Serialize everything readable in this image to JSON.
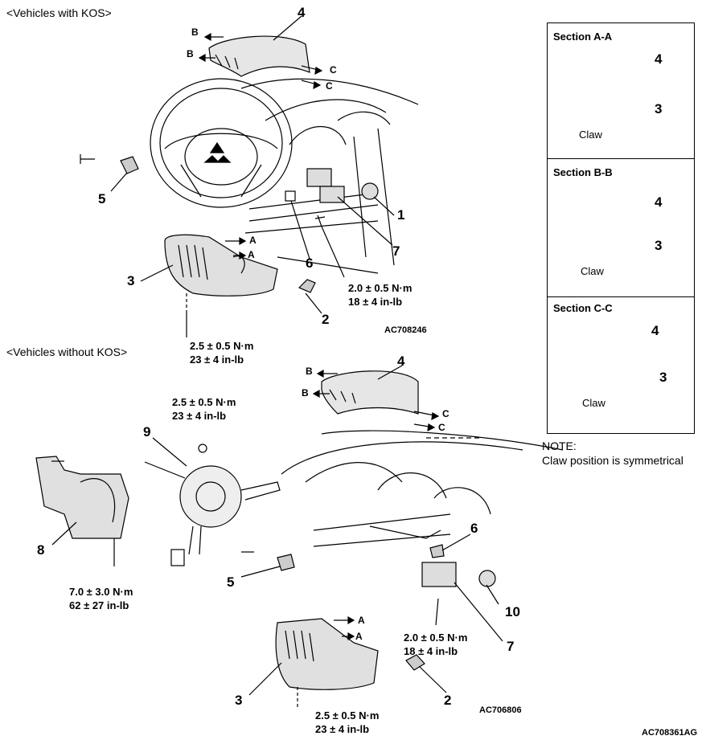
{
  "headers": {
    "with_kos": "<Vehicles with KOS>",
    "without_kos": "<Vehicles without KOS>"
  },
  "top": {
    "callouts": {
      "c4": "4",
      "c5": "5",
      "c1": "1",
      "c7": "7",
      "c6": "6",
      "c3": "3",
      "c2": "2"
    },
    "torque_a": {
      "line1": "2.0 ± 0.5 N·m",
      "line2": "18 ± 4 in-lb"
    },
    "torque_b": {
      "line1": "2.5 ± 0.5 N·m",
      "line2": "23 ± 4 in-lb"
    },
    "figure_code": "AC708246"
  },
  "bottom": {
    "callouts": {
      "c4": "4",
      "c9": "9",
      "c8": "8",
      "c5": "5",
      "c6": "6",
      "c10": "10",
      "c7": "7",
      "c3": "3",
      "c2": "2"
    },
    "torque_top": {
      "line1": "2.5 ± 0.5 N·m",
      "line2": "23 ± 4 in-lb"
    },
    "torque_left": {
      "line1": "7.0 ± 3.0 N·m",
      "line2": "62 ± 27 in-lb"
    },
    "torque_right": {
      "line1": "2.0 ± 0.5 N·m",
      "line2": "18 ± 4 in-lb"
    },
    "torque_bottom": {
      "line1": "2.5 ± 0.5 N·m",
      "line2": "23 ± 4 in-lb"
    },
    "figure_code": "AC706806"
  },
  "arrows": {
    "a": "A",
    "b": "B",
    "c": "C"
  },
  "sections": [
    {
      "title": "Section A-A",
      "n4": "4",
      "n3": "3",
      "claw": "Claw"
    },
    {
      "title": "Section B-B",
      "n4": "4",
      "n3": "3",
      "claw": "Claw"
    },
    {
      "title": "Section C-C",
      "n4": "4",
      "n3": "3",
      "claw": "Claw"
    }
  ],
  "note": {
    "label": "NOTE:",
    "text": "Claw position is symmetrical"
  },
  "master_code": "AC708361AG",
  "colors": {
    "line": "#000000",
    "background": "#ffffff",
    "shade": "#bdbdbd"
  }
}
